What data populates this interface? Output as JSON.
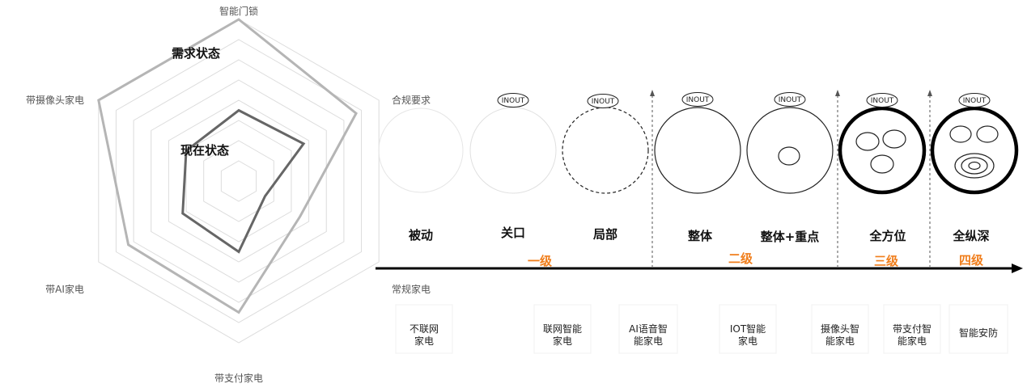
{
  "radar": {
    "axes": [
      "智能门锁",
      "合规要求",
      "常规家电",
      "带支付家电",
      "带AI家电",
      "带摄像头家电"
    ],
    "demand_label": "需求状态",
    "current_label": "现在状态"
  },
  "chart_data": {
    "type": "radar",
    "axes": [
      "智能门锁",
      "合规要求",
      "常规家电",
      "带支付家电",
      "带AI家电",
      "带摄像头家电"
    ],
    "rings": 8,
    "range": [
      0,
      8
    ],
    "grid": true,
    "series": [
      {
        "name": "需求状态",
        "values": [
          8,
          6.7,
          3.5,
          6.5,
          6.3,
          8
        ],
        "color": "#b5b5b5"
      },
      {
        "name": "现在状态",
        "values": [
          3.5,
          3.7,
          1.5,
          3.5,
          3.2,
          3.0
        ],
        "color": "#666666"
      }
    ]
  },
  "stages": [
    {
      "label": "被动",
      "inout": "",
      "style": "faint"
    },
    {
      "label": "关口",
      "inout": "INOUT",
      "style": "faint"
    },
    {
      "label": "局部",
      "inout": "INOUT",
      "style": "dashed"
    },
    {
      "label": "整体",
      "inout": "INOUT",
      "style": "solid"
    },
    {
      "label": "整体+重点",
      "inout": "INOUT",
      "style": "solid-dot"
    },
    {
      "label": "全方位",
      "inout": "INOUT",
      "style": "bold-three"
    },
    {
      "label": "全纵深",
      "inout": "INOUT",
      "style": "bold-deep"
    }
  ],
  "levels": [
    "一级",
    "二级",
    "三级",
    "四级"
  ],
  "products": [
    {
      "line1": "不联网",
      "line2": "家电"
    },
    {
      "line1": "联网智能",
      "line2": "家电"
    },
    {
      "line1": "AI语音智",
      "line2": "能家电"
    },
    {
      "line1": "IOT智能",
      "line2": "家电"
    },
    {
      "line1": "摄像头智",
      "line2": "能家电"
    },
    {
      "line1": "带支付智",
      "line2": "能家电"
    },
    {
      "line1": "智能安防",
      "line2": ""
    }
  ],
  "colors": {
    "accent": "#f07e1c",
    "demand": "#b5b5b5",
    "current": "#666666"
  }
}
